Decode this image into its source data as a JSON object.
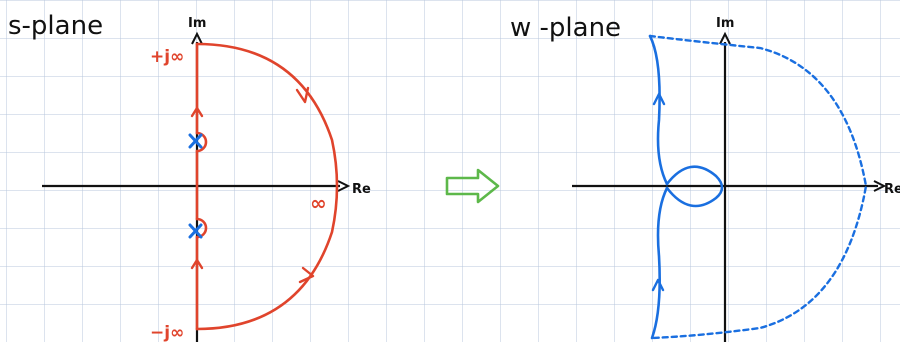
{
  "diagram": {
    "s_plane": {
      "title": "s-plane",
      "im_label": "Im",
      "re_label": "Re",
      "top_label": "+j∞",
      "bottom_label": "−j∞",
      "infinity_label": "∞"
    },
    "w_plane": {
      "title": "w -plane",
      "im_label": "Im",
      "re_label": "Re"
    },
    "colors": {
      "grid": "#b9c7dc",
      "axis": "#111111",
      "contour": "#e0442c",
      "mapped": "#1a6fe0",
      "arrow": "#5db84a"
    }
  }
}
